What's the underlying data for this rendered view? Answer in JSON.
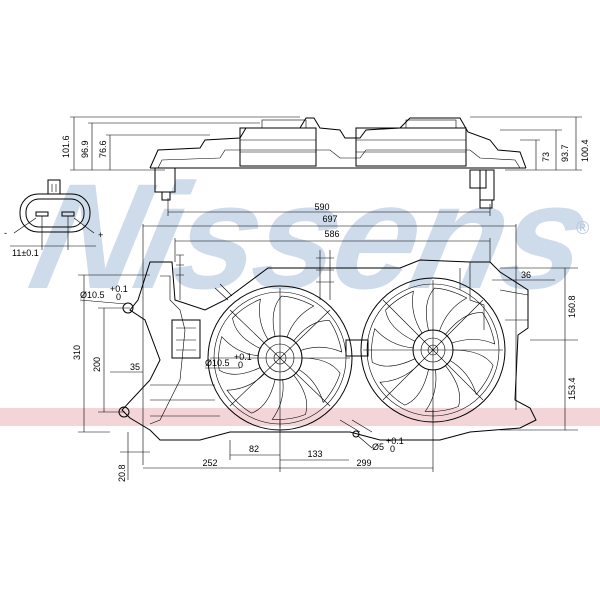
{
  "watermark": {
    "text": "Nissens",
    "registered_mark": "®",
    "color": "#b7c9df",
    "stripe_color": "#f3d5d8"
  },
  "connector": {
    "minus_label": "-",
    "plus_label": "+",
    "pitch_label": "11±0.1"
  },
  "side_view": {
    "overall_width": "590",
    "left_heights": [
      "101.6",
      "96.9",
      "76.6"
    ],
    "right_heights": [
      "73",
      "93.7",
      "100.4"
    ]
  },
  "front_view": {
    "width_697": "697",
    "width_586": "586",
    "right_offset": "36",
    "right_height": "160.8",
    "right_lower_height": "153.4",
    "left_height_310": "310",
    "left_height_200": "200",
    "offset_35": "35",
    "bottom_offset": "20.8",
    "bottom_252": "252",
    "bottom_82": "82",
    "bottom_133": "133",
    "bottom_299": "299",
    "hole_top": "Ø10.5",
    "hole_top_tol": "+0.1",
    "hole_top_tol2": "0",
    "hole_mid": "Ø10.5",
    "hole_mid_tol": "+0.1",
    "hole_mid_tol2": "0",
    "hole_bottom": "Ø5",
    "hole_bottom_tol": "+0.1",
    "hole_bottom_tol2": "0"
  }
}
